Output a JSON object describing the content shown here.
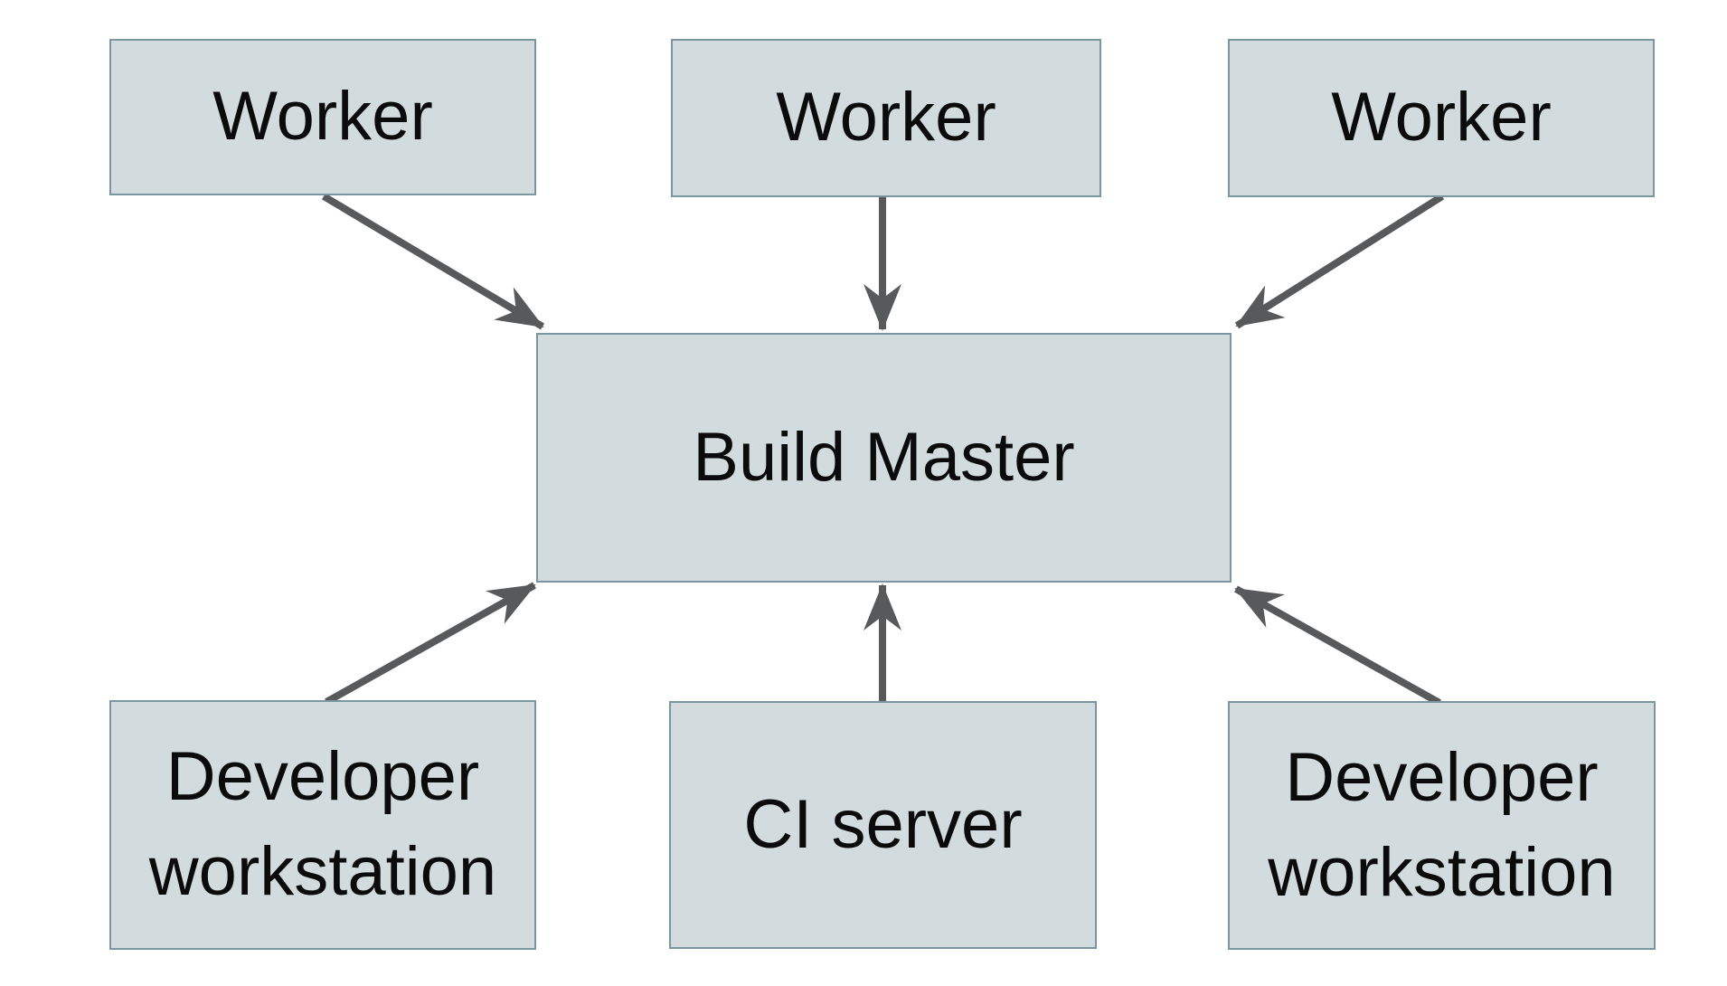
{
  "diagram": {
    "nodes": {
      "worker1": {
        "label": "Worker"
      },
      "worker2": {
        "label": "Worker"
      },
      "worker3": {
        "label": "Worker"
      },
      "build_master": {
        "label": "Build Master"
      },
      "dev_left": {
        "label": "Developer workstation"
      },
      "ci_server": {
        "label": "CI server"
      },
      "dev_right": {
        "label": "Developer workstation"
      }
    },
    "edges": [
      {
        "from": "worker1",
        "to": "build_master"
      },
      {
        "from": "worker2",
        "to": "build_master"
      },
      {
        "from": "worker3",
        "to": "build_master"
      },
      {
        "from": "dev_left",
        "to": "build_master"
      },
      {
        "from": "ci_server",
        "to": "build_master"
      },
      {
        "from": "dev_right",
        "to": "build_master"
      }
    ]
  },
  "colors": {
    "box_fill": "#d2dbdd",
    "box_border": "#7b96a1",
    "arrow": "#58595b",
    "text": "#0b0b0b",
    "background": "#ffffff"
  }
}
